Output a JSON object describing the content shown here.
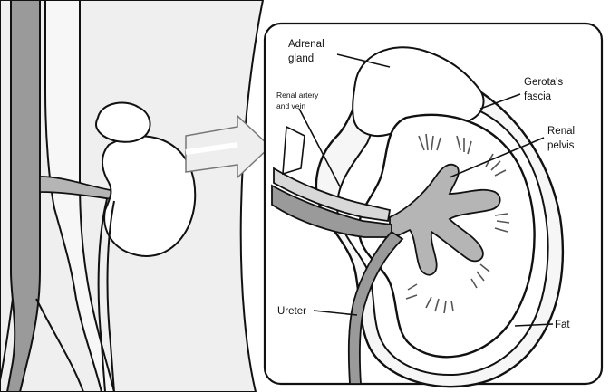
{
  "colors": {
    "background": "#ffffff",
    "body_fill": "#efefef",
    "panel_fill": "#ffffff",
    "vessel_fill": "#9a9a9a",
    "outline": "#111111",
    "pelvis_fill": "#b5b5b5",
    "calyx_mark": "#555555"
  },
  "labels": {
    "adrenal_gland": [
      "Adrenal",
      "gland"
    ],
    "renal_artery_vein": [
      "Renal artery",
      "and vein"
    ],
    "gerotas_fascia": [
      "Gerota's",
      "fascia"
    ],
    "renal_pelvis": [
      "Renal",
      "pelvis"
    ],
    "ureter": "Ureter",
    "fat": "Fat"
  }
}
